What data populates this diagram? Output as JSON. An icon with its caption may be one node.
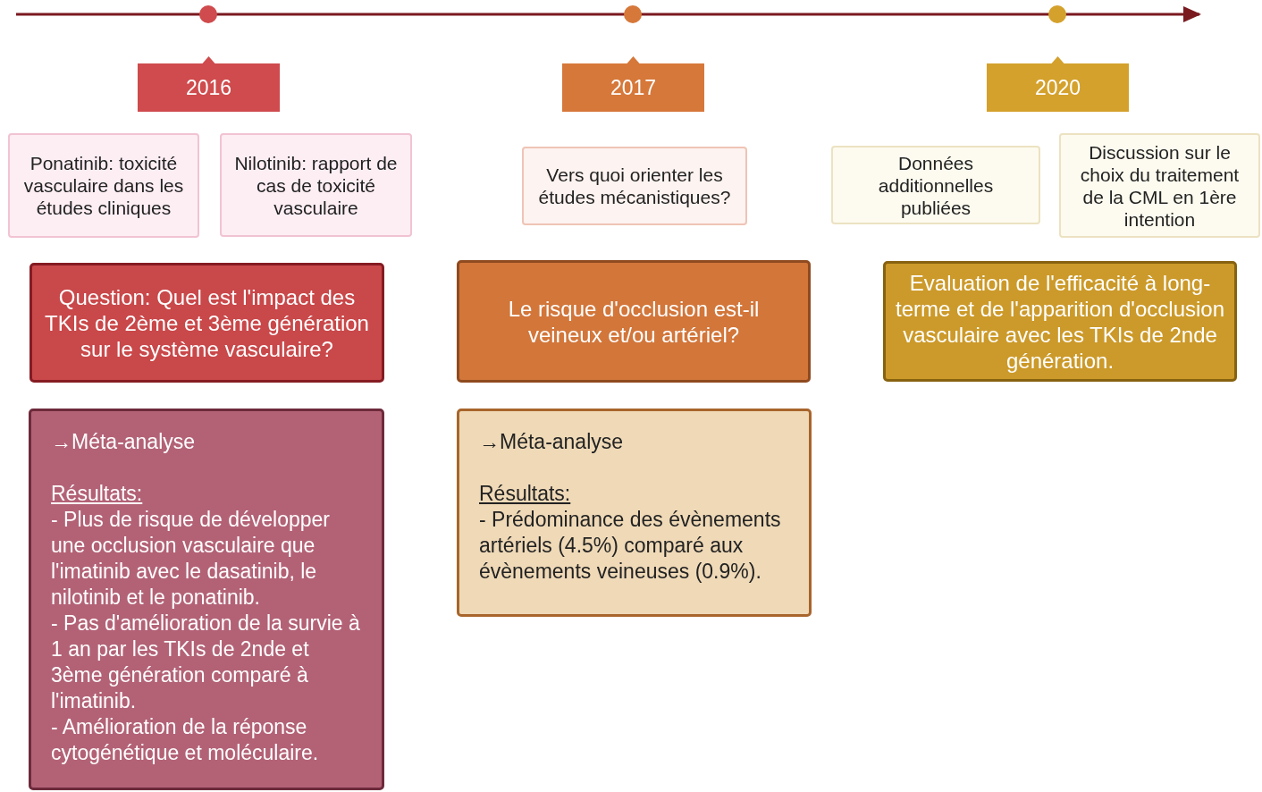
{
  "diagram": {
    "nodes": [
      {
        "text": [
          "2016"
        ]
      },
      {
        "text": [
          "2017"
        ]
      },
      {
        "text": [
          "2020"
        ]
      },
      {
        "text": [
          "Ponatinib: toxicité vasculaire dans les études cliniques"
        ]
      },
      {
        "text": [
          "Nilotinib: rapport de cas de toxicité vasculaire"
        ]
      },
      {
        "text": [
          "Vers quoi orienter les études mécanistiques?"
        ]
      },
      {
        "text": [
          "Données additionnelles publiées"
        ]
      },
      {
        "text": [
          "Discussion sur le choix du traitement de la CML en 1ère intention"
        ]
      },
      {
        "text": [
          "Question: Quel est l'impact des TKIs de 2ème et 3ème génération sur le système vasculaire?"
        ]
      },
      {
        "text": [
          "Le risque d'occlusion est-il veineux et/ou artériel?"
        ]
      },
      {
        "text": [
          "Evaluation de l'efficacité à long-terme et de l'apparition d'occlusion vasculaire avec les TKIs de 2nde génération."
        ]
      },
      {
        "text": [
          "→Méta-analyse",
          "Résultats:",
          "- Plus de risque de développer une occlusion vasculaire que l'imatinib avec le dasatinib, le nilotinib et le ponatinib.",
          "- Pas d'amélioration de la survie à 1 an par les TKIs de 2nde et 3ème génération comparé à l'imatinib.",
          "- Amélioration de la réponse cytogénétique et moléculaire."
        ]
      },
      {
        "text": [
          "→Méta-analyse",
          "Résultats:",
          "- Prédominance des évènements artériels (4.5%) comparé aux évènements veineuses (0.9%)."
        ]
      }
    ]
  }
}
